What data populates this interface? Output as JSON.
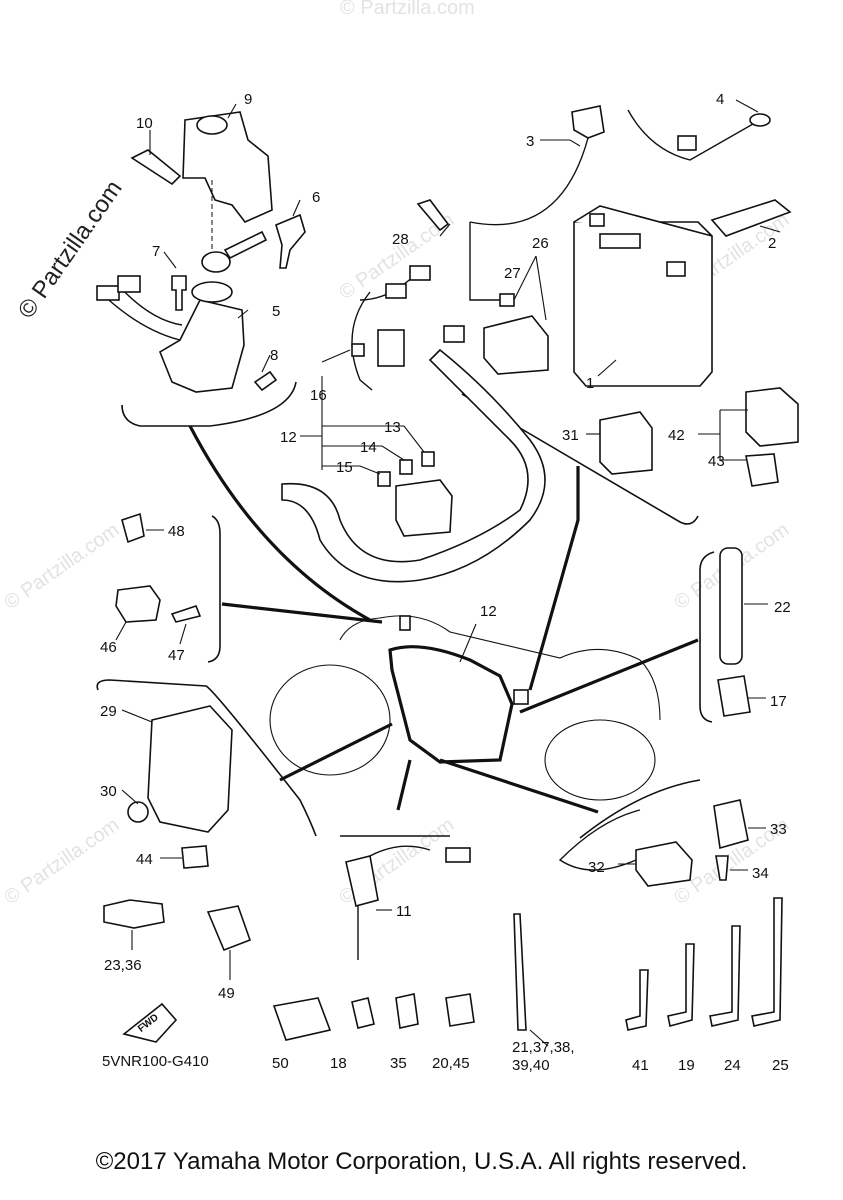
{
  "watermark": "© Partzilla.com",
  "watermark_small": "© Partzilla.com",
  "diagram_code": "5VNR100-G410",
  "fwd_label": "FWD",
  "copyright": "©2017 Yamaha Motor Corporation, U.S.A. All rights reserved.",
  "callouts": {
    "c1": "1",
    "c2": "2",
    "c3": "3",
    "c4": "4",
    "c5": "5",
    "c6": "6",
    "c7": "7",
    "c8": "8",
    "c9": "9",
    "c10": "10",
    "c11": "11",
    "c12a": "12",
    "c12b": "12",
    "c13": "13",
    "c14": "14",
    "c15": "15",
    "c16": "16",
    "c17": "17",
    "c18": "18",
    "c19": "19",
    "c22": "22",
    "c24": "24",
    "c25": "25",
    "c26": "26",
    "c27": "27",
    "c28": "28",
    "c29": "29",
    "c30": "30",
    "c31": "31",
    "c32": "32",
    "c33": "33",
    "c34": "34",
    "c35": "35",
    "c41": "41",
    "c42": "42",
    "c43": "43",
    "c44": "44",
    "c46": "46",
    "c47": "47",
    "c48": "48",
    "c49": "49",
    "c50": "50",
    "c2036": "23,36",
    "c2045": "20,45",
    "c21a": "21,37,38,",
    "c21b": "39,40"
  }
}
